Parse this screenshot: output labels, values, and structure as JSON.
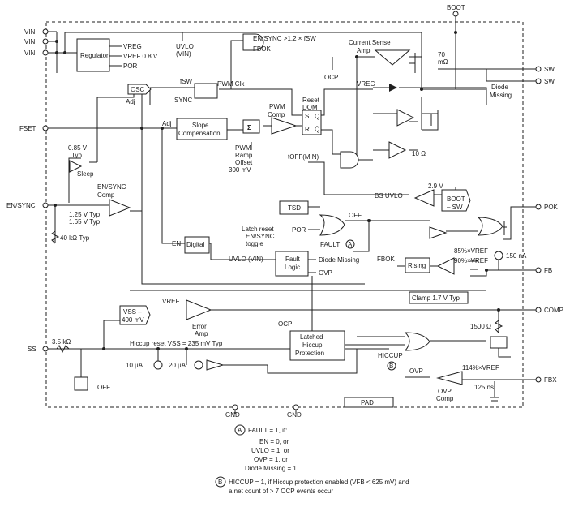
{
  "pins": {
    "vin1": "VIN",
    "vin2": "VIN",
    "vin3": "VIN",
    "fset": "FSET",
    "en_sync": "EN/SYNC",
    "ss": "SS",
    "boot": "BOOT",
    "sw1": "SW",
    "sw2": "SW",
    "pok": "POK",
    "fb": "FB",
    "comp": "COMP",
    "fbx": "FBX",
    "gnd1": "GND",
    "gnd2": "GND",
    "pad": "PAD"
  },
  "blocks": {
    "regulator": "Regulator",
    "vreg_out": "VREG",
    "vref_out": "VREF 0.8 V",
    "por_out": "POR",
    "uvlo_l1": "UVLO",
    "uvlo_l2": "(VIN)",
    "osc": "OSC",
    "adj1": "Adj",
    "fsw": "fSW",
    "sync": "SYNC",
    "pwm_clk": "PWM Clk",
    "en_sync_gt": "EN/SYNC >1.2 × fSW",
    "fbok1": "FBOK",
    "cs_amp1": "Current Sense",
    "cs_amp2": "Amp",
    "ocp1": "OCP",
    "r70_1": "70",
    "r70_2": "mΩ",
    "vreg2": "VREG",
    "diode_missing1": "Diode",
    "diode_missing2": "Missing",
    "adj2": "Adj",
    "slope1": "Slope",
    "slope2": "Compensation",
    "sigma": "Σ",
    "pwm_comp1": "PWM",
    "pwm_comp2": "Comp",
    "reset1": "Reset",
    "reset2": "DOM",
    "s": "S",
    "q": "Q",
    "r": "R",
    "qbar": "Q̄",
    "ramp1": "PWM",
    "ramp2": "Ramp",
    "ramp3": "Offset",
    "ramp4": "300 mV",
    "toff": "tOFF(MIN)",
    "r10": "10 Ω",
    "v085_1": "0.85 V",
    "v085_2": "Typ",
    "sleep": "Sleep",
    "en_comp1": "EN/SYNC",
    "en_comp2": "Comp",
    "v125": "1.25 V Typ",
    "v165": "1.65 V Typ",
    "r40k": "40 kΩ Typ",
    "v29": "2.9 V",
    "bs_uvlo": "BS UVLO",
    "boot_sw1": "BOOT",
    "boot_sw2": "– SW",
    "tsd": "TSD",
    "por2": "POR",
    "off": "OFF",
    "latch1": "Latch reset",
    "latch2": "EN/SYNC",
    "latch3": "toggle",
    "en": "EN",
    "digital": "Digital",
    "fault": "FAULT",
    "uvlo_vin": "UVLO (VIN)",
    "fault_logic1": "Fault",
    "fault_logic2": "Logic",
    "diode_missing3": "Diode Missing",
    "ovp1": "OVP",
    "fbok2": "FBOK",
    "rising": "Rising",
    "v85": "85%×VREF",
    "v90": "90%×VREF",
    "i150": "150 nA",
    "clamp": "Clamp 1.7 V Typ",
    "vref2": "VREF",
    "vss1": "VSS –",
    "vss2": "400 mV",
    "err1": "Error",
    "err2": "Amp",
    "ocp2": "OCP",
    "latched1": "Latched",
    "latched2": "Hiccup",
    "latched3": "Protection",
    "hiccup_reset": "Hiccup reset VSS = 235 mV Typ",
    "r35k": "3.5 kΩ",
    "i10": "10 µA",
    "i20": "20 µA",
    "off2": "OFF",
    "hiccup": "HICCUP",
    "r1500": "1500 Ω",
    "ovp2": "OVP",
    "v114": "114%×VREF",
    "ovp_comp1": "OVP",
    "ovp_comp2": "Comp",
    "t125": "125 ns"
  },
  "notes": {
    "a_mark": "A",
    "b_mark": "B",
    "a_title": "FAULT = 1, if:",
    "a_1": "EN = 0, or",
    "a_2": "UVLO = 1, or",
    "a_3": "OVP = 1, or",
    "a_4": "Diode Missing = 1",
    "b_1": "HICCUP = 1, if Hiccup protection enabled (VFB < 625 mV) and",
    "b_2": "a net count of > 7 OCP events occur"
  }
}
